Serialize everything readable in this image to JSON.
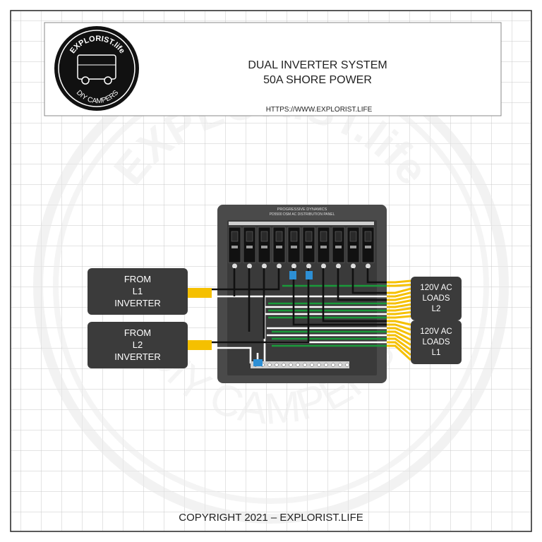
{
  "header": {
    "title_line1": "DUAL INVERTER SYSTEM",
    "title_line2": "50A SHORE POWER",
    "url": "HTTPS://WWW.EXPLORIST.LIFE"
  },
  "logo": {
    "top_text": "EXPLORIST.life",
    "bottom_text": "DIY CAMPERS"
  },
  "watermark": {
    "top_text": "EXPLORIST.life",
    "bottom_text": "DIY CAMPERS"
  },
  "panel": {
    "brand": "PROGRESSIVE DYNAMICS",
    "model": "PD5500 DSM AC DISTRIBUTION PANEL",
    "breaker_count": 10
  },
  "inputs": [
    {
      "line1": "FROM",
      "line2": "L1",
      "line3": "INVERTER"
    },
    {
      "line1": "FROM",
      "line2": "L2",
      "line3": "INVERTER"
    }
  ],
  "outputs": [
    {
      "line1": "120V AC",
      "line2": "LOADS",
      "line3": "L2"
    },
    {
      "line1": "120V AC",
      "line2": "LOADS",
      "line3": "L1"
    }
  ],
  "footer": {
    "copyright": "COPYRIGHT 2021 – EXPLORIST.LIFE"
  },
  "colors": {
    "box": "#3b3b3b",
    "panel": "#4a4a4a",
    "wire_black": "#111111",
    "wire_white": "#ffffff",
    "wire_green": "#1a9a3a",
    "wire_yellow": "#f5c000",
    "neutral_blue": "#2d8fd5",
    "grid": "#c8c8c8"
  }
}
